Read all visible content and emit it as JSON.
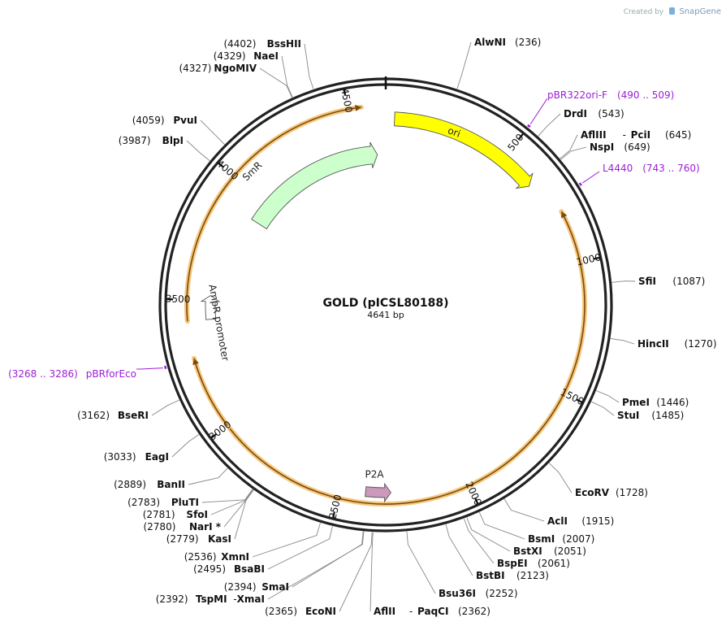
{
  "watermark": {
    "created_by": "Created by",
    "brand": "SnapGene"
  },
  "plasmid": {
    "name": "GOLD (pICSL80188)",
    "length": 4641,
    "length_label": "4641 bp"
  },
  "ticks": [
    {
      "pos": 500,
      "label": "500"
    },
    {
      "pos": 1000,
      "label": "1000"
    },
    {
      "pos": 1500,
      "label": "1500"
    },
    {
      "pos": 2000,
      "label": "2000"
    },
    {
      "pos": 2500,
      "label": "2500"
    },
    {
      "pos": 3000,
      "label": "3000"
    },
    {
      "pos": 3500,
      "label": "3500"
    },
    {
      "pos": 4000,
      "label": "4000"
    },
    {
      "pos": 4500,
      "label": "4500"
    }
  ],
  "features": [
    {
      "name": "ori",
      "start": 35,
      "end": 650,
      "direction": "forward",
      "color": "#ffff00"
    },
    {
      "name": "SmR",
      "start": 3900,
      "end": 4600,
      "direction": "forward",
      "color": "#ccffcc"
    },
    {
      "name": "AmpR promoter",
      "start": 3420,
      "end": 3520,
      "direction": "forward",
      "color": "#ffffff"
    },
    {
      "name": "P2A",
      "start": 2300,
      "end": 2400,
      "direction": "reverse",
      "color": "#cc99bb"
    }
  ],
  "orange_bands": [
    {
      "start": 800,
      "end": 2985,
      "arrow": "start"
    },
    {
      "start": 3000,
      "end": 3280,
      "arrow": "end"
    },
    {
      "start": 3420,
      "end": 4550,
      "arrow": "end"
    }
  ],
  "primers": [
    {
      "name": "pBR322ori-F",
      "range": "(490 .. 509)",
      "pos": 499
    },
    {
      "name": "L4440",
      "range": "(743 .. 760)",
      "pos": 751
    },
    {
      "name": "pBRforEco",
      "range": "(3268 .. 3286)",
      "pos": 3277
    }
  ],
  "sites": [
    {
      "name": "AlwNI",
      "pos": 236,
      "label": "(236)"
    },
    {
      "name": "DrdI",
      "pos": 543,
      "label": "(543)"
    },
    {
      "name": "AflIII",
      "name2": "PciI",
      "pos": 645,
      "label": "(645)"
    },
    {
      "name": "NspI",
      "pos": 649,
      "label": "(649)"
    },
    {
      "name": "SfiI",
      "pos": 1087,
      "label": "(1087)"
    },
    {
      "name": "HincII",
      "pos": 1270,
      "label": "(1270)"
    },
    {
      "name": "PmeI",
      "pos": 1446,
      "label": "(1446)"
    },
    {
      "name": "StuI",
      "pos": 1485,
      "label": "(1485)"
    },
    {
      "name": "EcoRV",
      "pos": 1728,
      "label": "(1728)"
    },
    {
      "name": "AclI",
      "pos": 1915,
      "label": "(1915)"
    },
    {
      "name": "BsmI",
      "pos": 2007,
      "label": "(2007)"
    },
    {
      "name": "BstXI",
      "pos": 2051,
      "label": "(2051)"
    },
    {
      "name": "BspEI",
      "pos": 2061,
      "label": "(2061)"
    },
    {
      "name": "BstBI",
      "pos": 2123,
      "label": "(2123)"
    },
    {
      "name": "Bsu36I",
      "pos": 2252,
      "label": "(2252)"
    },
    {
      "name": "AflII",
      "name2": "PaqCI",
      "pos": 2362,
      "label": "(2362)"
    },
    {
      "name": "EcoNI",
      "pos": 2365,
      "label": "(2365)"
    },
    {
      "name": "TspMI",
      "name2": "XmaI",
      "pos": 2392,
      "label": "(2392)"
    },
    {
      "name": "SmaI",
      "pos": 2394,
      "label": "(2394)"
    },
    {
      "name": "BsaBI",
      "pos": 2495,
      "label": "(2495)"
    },
    {
      "name": "XmnI",
      "pos": 2536,
      "label": "(2536)"
    },
    {
      "name": "KasI",
      "pos": 2779,
      "label": "(2779)"
    },
    {
      "name": "NarI *",
      "pos": 2780,
      "label": "(2780)"
    },
    {
      "name": "SfoI",
      "pos": 2781,
      "label": "(2781)"
    },
    {
      "name": "PluTI",
      "pos": 2783,
      "label": "(2783)"
    },
    {
      "name": "BanII",
      "pos": 2889,
      "label": "(2889)"
    },
    {
      "name": "EagI",
      "pos": 3033,
      "label": "(3033)"
    },
    {
      "name": "BseRI",
      "pos": 3162,
      "label": "(3162)"
    },
    {
      "name": "BlpI",
      "pos": 3987,
      "label": "(3987)"
    },
    {
      "name": "PvuI",
      "pos": 4059,
      "label": "(4059)"
    },
    {
      "name": "NgoMIV",
      "pos": 4327,
      "label": "(4327)"
    },
    {
      "name": "NaeI",
      "pos": 4329,
      "label": "(4329)"
    },
    {
      "name": "BssHII",
      "pos": 4402,
      "label": "(4402)"
    }
  ]
}
